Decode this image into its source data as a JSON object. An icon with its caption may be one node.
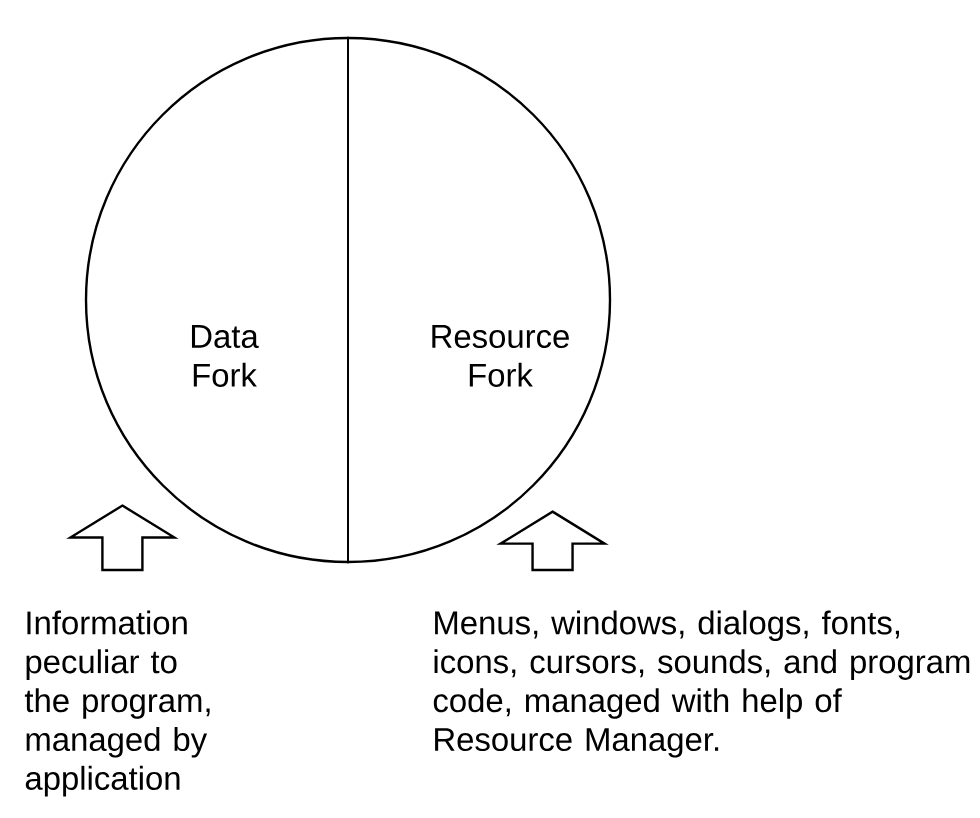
{
  "diagram": {
    "nodes": [
      {
        "text": [],
        "shape": "circle"
      },
      {
        "text": [
          "Data Fork"
        ],
        "in": 0
      },
      {
        "text": [
          "Resource Fork"
        ],
        "in": 0
      },
      {
        "text": [
          "Information peculiar to the program, managed by application"
        ]
      },
      {
        "text": [
          "Menus, windows, dialogs, fonts, icons, cursors, sounds, and program code, managed with help of Resource Manager."
        ]
      }
    ],
    "edges": [
      {
        "from": 3,
        "to": 0,
        "arrow": "to"
      },
      {
        "from": 4,
        "to": 0,
        "arrow": "to"
      }
    ]
  }
}
